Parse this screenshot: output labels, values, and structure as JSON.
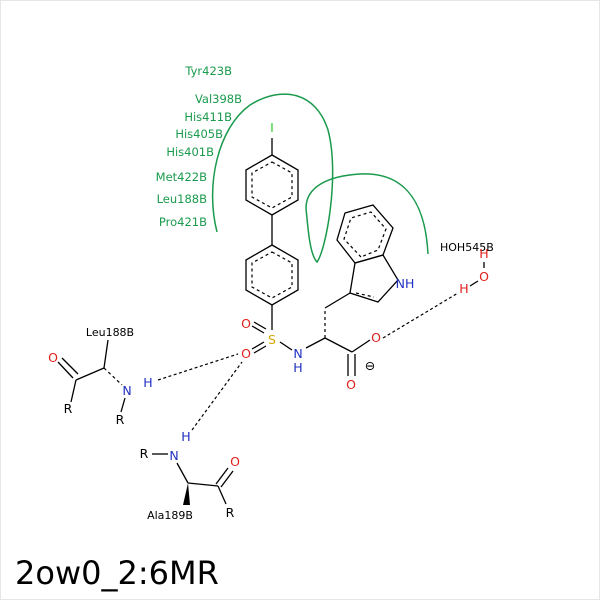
{
  "title": "2ow0_2:6MR",
  "hydrophobic_residues": [
    "Tyr423B",
    "Val398B",
    "His411B",
    "His405B",
    "His401B",
    "Met422B",
    "Leu188B",
    "Pro421B"
  ],
  "hbond_residues": {
    "leu188": "Leu188B",
    "ala189": "Ala189B",
    "water": "HOH545B"
  },
  "atom_labels": {
    "iodine": "I",
    "sulfur": "S",
    "oxygen": "O",
    "nitrogen": "N",
    "hydrogen": "H",
    "indole_nh": "NH",
    "r_group": "R",
    "minus": "⊖"
  },
  "colors": {
    "carbon": "#000000",
    "oxygen": "#e0201c",
    "nitrogen": "#2030c0",
    "sulfur": "#d4a800",
    "iodine": "#33cc33",
    "hydrophobic": "#1a9a4c"
  }
}
